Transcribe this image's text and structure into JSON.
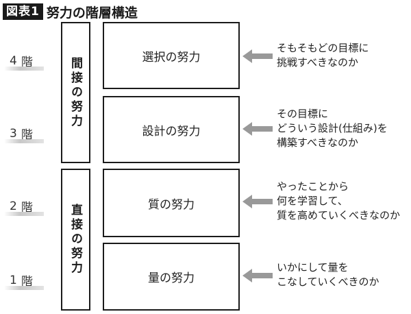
{
  "header": {
    "badge": "図表1",
    "title": "努力の階層構造"
  },
  "groups": {
    "indirect": "間接の努力",
    "direct": "直接の努力"
  },
  "floors": [
    {
      "num": "4",
      "unit": "階",
      "effort": "選択の努力",
      "desc": [
        "そもそもどの目標に",
        "挑戦すべきなのか"
      ]
    },
    {
      "num": "3",
      "unit": "階",
      "effort": "設計の努力",
      "desc": [
        "その目標に",
        "どういう設計(仕組み)を",
        "構築すべきなのか"
      ]
    },
    {
      "num": "2",
      "unit": "階",
      "effort": "質の努力",
      "desc": [
        "やったことから",
        "何を学習して、",
        "質を高めていくべきなのか"
      ]
    },
    {
      "num": "1",
      "unit": "階",
      "effort": "量の努力",
      "desc": [
        "いかにして量を",
        "こなしていくべきのか"
      ]
    }
  ],
  "colors": {
    "arrow": "#999999",
    "border": "#1a1a1a",
    "badge": "#1a1a1a"
  },
  "icons": {
    "arrow": "arrow-left-icon"
  }
}
